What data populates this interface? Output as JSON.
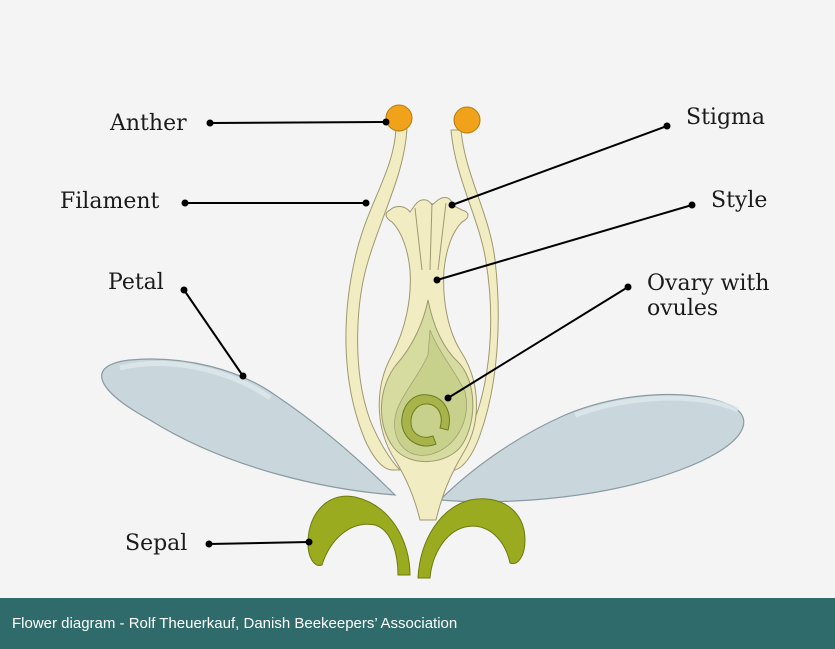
{
  "labels": {
    "anther": "Anther",
    "filament": "Filament",
    "petal": "Petal",
    "sepal": "Sepal",
    "stigma": "Stigma",
    "style": "Style",
    "ovary_line1": "Ovary with",
    "ovary_line2": "ovules"
  },
  "footer": {
    "caption": "Flower diagram - Rolf Theuerkauf, Danish Beekeepers’ Association"
  },
  "colors": {
    "background": "#f4f4f4",
    "footer": "#2f6b6b",
    "petal": "#c9d6dc",
    "sepal": "#9aab1f",
    "pistil": "#f2ecc2",
    "ovary": "#d6dca0",
    "anther": "#f0a21a"
  }
}
